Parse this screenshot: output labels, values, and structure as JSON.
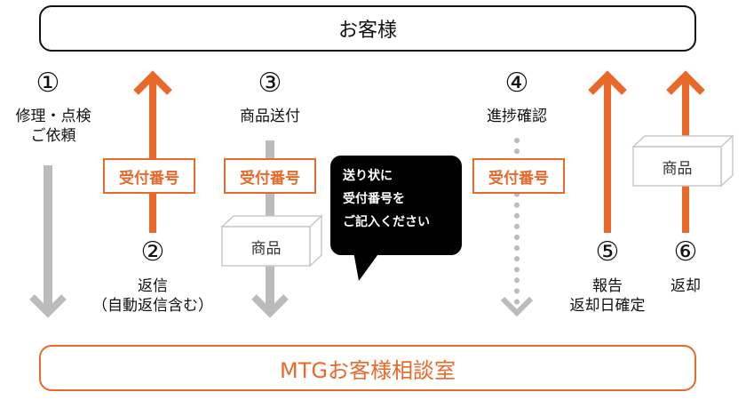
{
  "customer": "お客様",
  "center": "MTGお客様相談室",
  "colors": {
    "accent": "#e8692a",
    "arrow_gray": "#bbbbbb",
    "ink": "#111111"
  },
  "steps": [
    {
      "number": "①",
      "lines": [
        "修理・点検",
        "ご依頼"
      ]
    },
    {
      "number": "②",
      "lines": [
        "返信",
        "（自動返信含む）"
      ]
    },
    {
      "number": "③",
      "lines": [
        "商品送付"
      ]
    },
    {
      "number": "④",
      "lines": [
        "進捗確認"
      ]
    },
    {
      "number": "⑤",
      "lines": [
        "報告",
        "返却日確定"
      ]
    },
    {
      "number": "⑥",
      "lines": [
        "返却"
      ]
    }
  ],
  "tags": [
    "受付番号",
    "受付番号",
    "受付番号"
  ],
  "goods": [
    "商品",
    "商品"
  ],
  "bubble": {
    "lines": [
      "送り状に",
      "受付番号を",
      "ご記入ください"
    ]
  }
}
